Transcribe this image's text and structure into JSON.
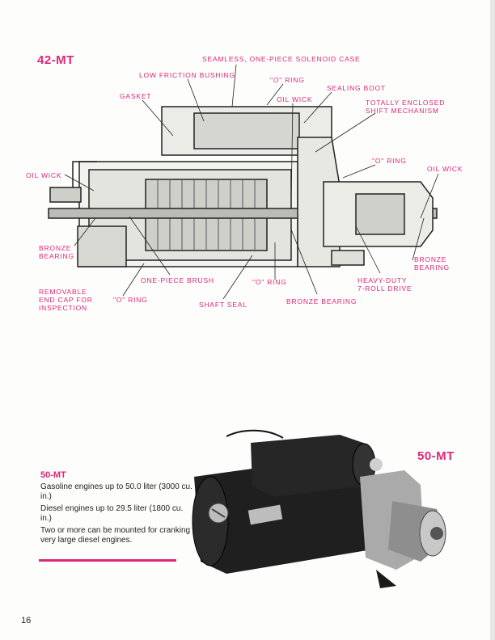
{
  "top_model": "42-MT",
  "labels": {
    "solenoid_case": "SEAMLESS, ONE-PIECE SOLENOID CASE",
    "low_friction_bushing": "LOW FRICTION BUSHING",
    "o_ring_top": "\"O\" RING",
    "sealing_boot": "SEALING BOOT",
    "gasket": "GASKET",
    "oil_wick_top": "OIL WICK",
    "enclosed_shift_1": "TOTALLY ENCLOSED",
    "enclosed_shift_2": "SHIFT MECHANISM",
    "o_ring_right": "\"O\" RING",
    "oil_wick_right": "OIL WICK",
    "oil_wick_left": "OIL WICK",
    "bronze_bearing_left_1": "BRONZE",
    "bronze_bearing_left_2": "BEARING",
    "bronze_bearing_right_1": "BRONZE",
    "bronze_bearing_right_2": "BEARING",
    "one_piece_brush": "ONE-PIECE BRUSH",
    "o_ring_mid": "\"O\" RING",
    "heavy_duty_1": "HEAVY-DUTY",
    "heavy_duty_2": "7-ROLL DRIVE",
    "end_cap_1": "REMOVABLE",
    "end_cap_2": "END CAP FOR",
    "end_cap_3": "INSPECTION",
    "o_ring_bottom": "\"O\" RING",
    "shaft_seal": "SHAFT SEAL",
    "bronze_bearing_bottom": "BRONZE BEARING"
  },
  "photo_model": "50-MT",
  "spec": {
    "title": "50-MT",
    "line1": "Gasoline engines up to 50.0 liter (3000 cu. in.)",
    "line2": "Diesel engines up to 29.5 liter (1800 cu. in.)",
    "line3": "Two or more can be mounted for cranking very large diesel engines."
  },
  "page_number": "16",
  "colors": {
    "accent": "#e0267a",
    "ink": "#222222"
  }
}
